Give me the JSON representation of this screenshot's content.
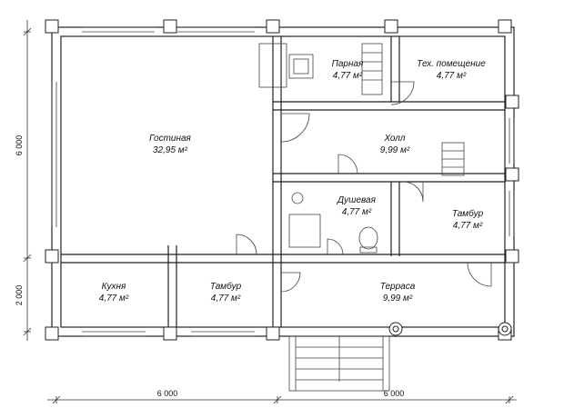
{
  "rooms": {
    "living": {
      "name": "Гостиная",
      "area": "32,95 м²"
    },
    "steam": {
      "name": "Парная",
      "area": "4,77 м²"
    },
    "tech": {
      "name": "Тех. помещение",
      "area": "4,77 м²"
    },
    "hall": {
      "name": "Холл",
      "area": "9,99 м²"
    },
    "shower": {
      "name": "Душевая",
      "area": "4,77 м²"
    },
    "vest_r": {
      "name": "Тамбур",
      "area": "4,77 м²"
    },
    "kitchen": {
      "name": "Кухня",
      "area": "4,77 м²"
    },
    "vest_l": {
      "name": "Тамбур",
      "area": "4,77 м²"
    },
    "terrace": {
      "name": "Терраса",
      "area": "9,99 м²"
    }
  },
  "dimensions": {
    "bottom_left": "6 000",
    "bottom_right": "6 000",
    "left_top": "6 000",
    "left_bottom": "2 000"
  },
  "colors": {
    "wall": "#222222",
    "line": "#333333"
  }
}
